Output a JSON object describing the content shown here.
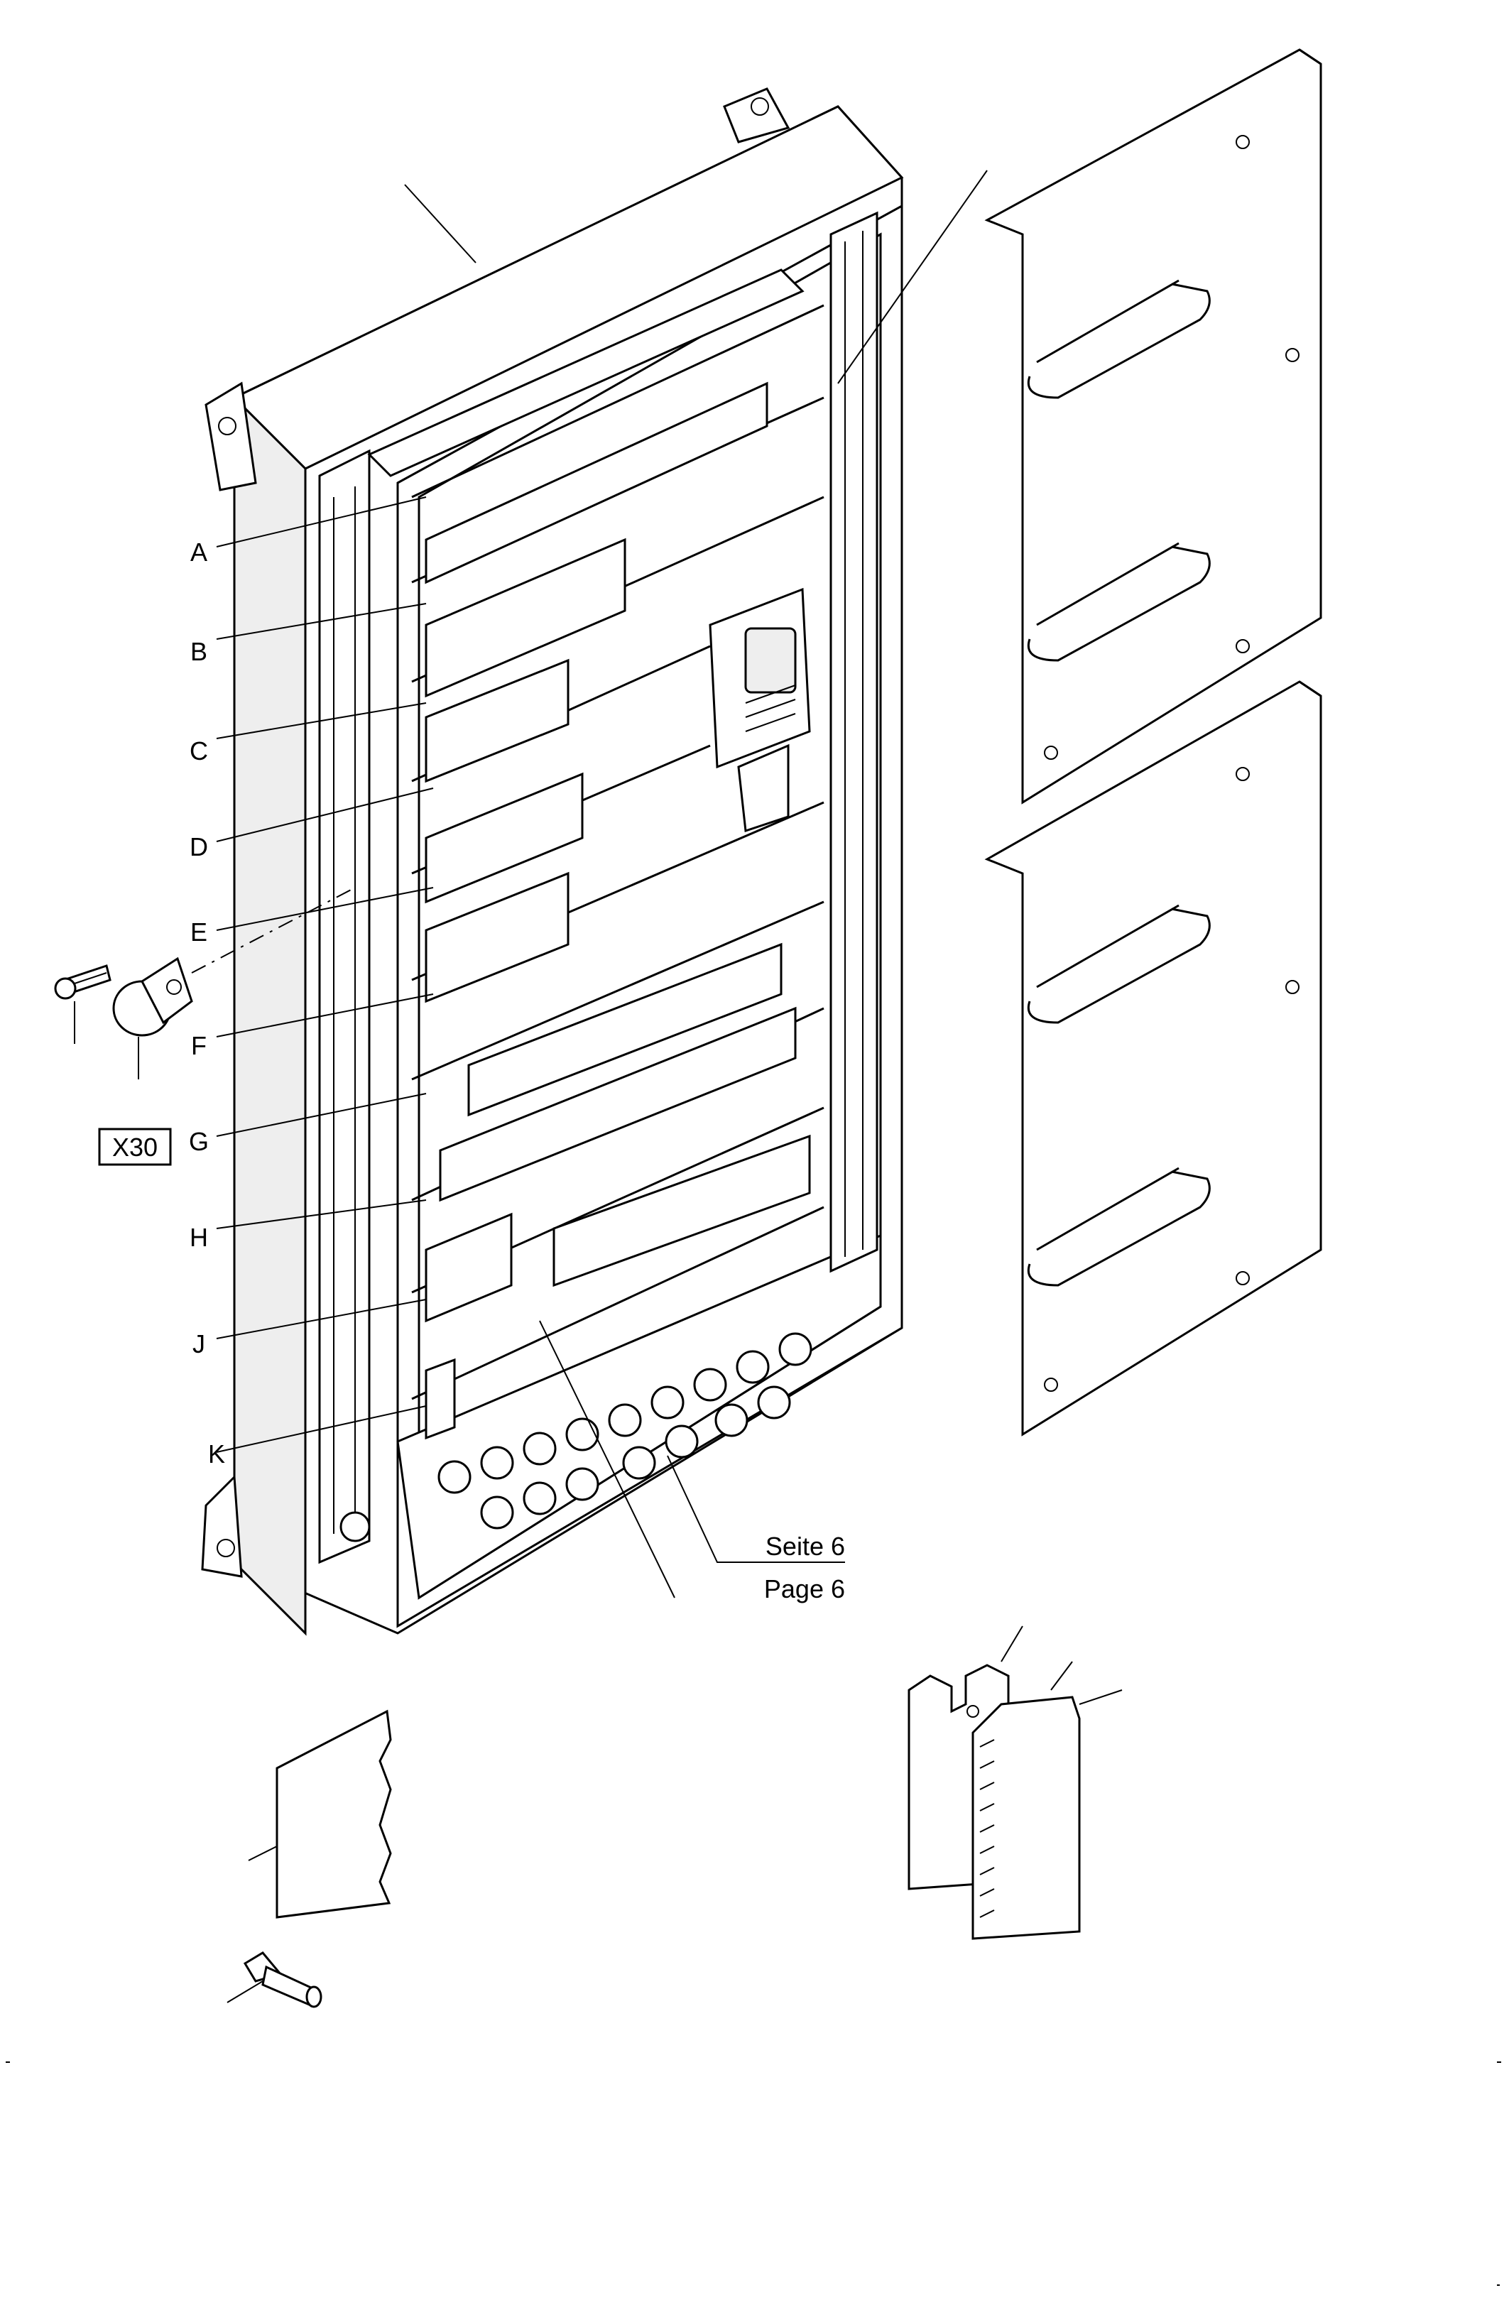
{
  "callouts": {
    "rows": [
      "A",
      "B",
      "C",
      "D",
      "E",
      "F",
      "G",
      "H",
      "J",
      "K"
    ],
    "connector": "X30",
    "reference_de": "Seite 6",
    "reference_en": "Page 6"
  },
  "figure": {
    "subject": "exploded view of electrical control cabinet with relay rows, door panels, profile rails, side cover panel and connector X30",
    "icons": [
      "cabinet-body",
      "door-panel",
      "handle",
      "profile-rail",
      "cover-plate",
      "screw",
      "connector-plug",
      "keypad-display",
      "cable-gland"
    ]
  }
}
